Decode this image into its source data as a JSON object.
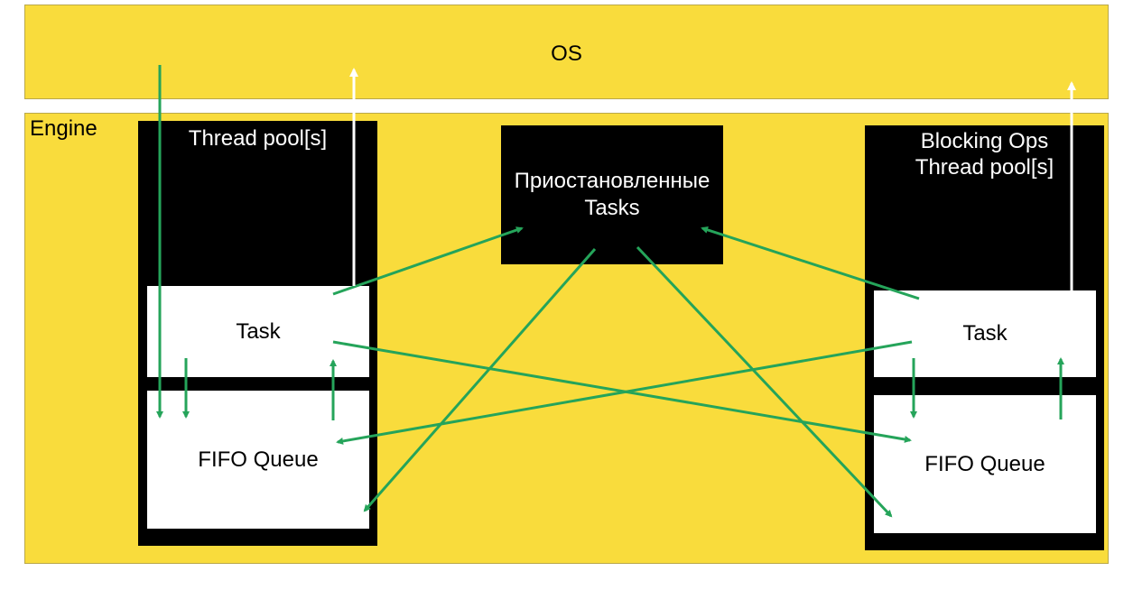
{
  "os": {
    "label": "OS"
  },
  "engine": {
    "label": "Engine"
  },
  "left_pool": {
    "title": "Thread pool[s]",
    "task_label": "Task",
    "queue_label": "FIFO Queue"
  },
  "suspended": {
    "line1": "Приостановленные",
    "line2": "Tasks"
  },
  "right_pool": {
    "title_line1": "Blocking Ops",
    "title_line2": "Thread pool[s]",
    "task_label": "Task",
    "queue_label": "FIFO Queue"
  },
  "colors": {
    "background": "#f9dc3c",
    "arrow": "#25a45a",
    "block": "#000000",
    "panel": "#ffffff"
  }
}
